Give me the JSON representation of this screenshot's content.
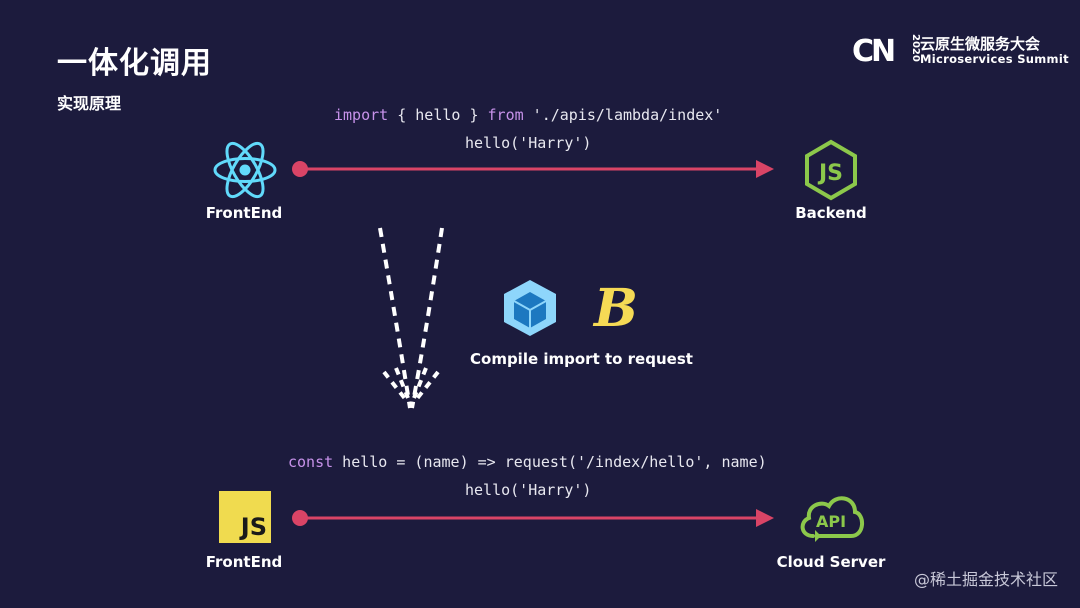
{
  "slide": {
    "title": "一体化调用",
    "subtitle": "实现原理"
  },
  "logo": {
    "mark": "CN",
    "year": "2020",
    "name_zh": "云原生微服务大会",
    "name_en": "Microservices Summit"
  },
  "top_flow": {
    "code_line1": {
      "kw_import": "import",
      "part1": " { hello } ",
      "kw_from": "from",
      "part2": " './apis/lambda/index'"
    },
    "code_line2": "hello('Harry')",
    "left_label": "FrontEnd",
    "right_label": "Backend",
    "left_icon": "react-icon",
    "right_icon": "nodejs-icon"
  },
  "middle": {
    "caption": "Compile import to request",
    "icons": [
      "webpack-icon",
      "babel-icon"
    ]
  },
  "bottom_flow": {
    "code_line1": {
      "kw_const": "const",
      "part1": " hello = (name) => request('/index/hello', name)"
    },
    "code_line2": "hello('Harry')",
    "left_label": "FrontEnd",
    "right_label": "Cloud Server",
    "left_icon": "javascript-icon",
    "left_icon_text": "JS",
    "right_icon": "cloud-api-icon",
    "right_icon_text": "API"
  },
  "watermark": "@稀土掘金技术社区",
  "colors": {
    "background": "#1c1b3d",
    "arrow": "#d94466",
    "keyword": "#c792ea",
    "react": "#61dafb",
    "node": "#8cc84b",
    "js_badge": "#f0db4f",
    "babel": "#f5da55",
    "webpack": "#8ed6fb"
  }
}
